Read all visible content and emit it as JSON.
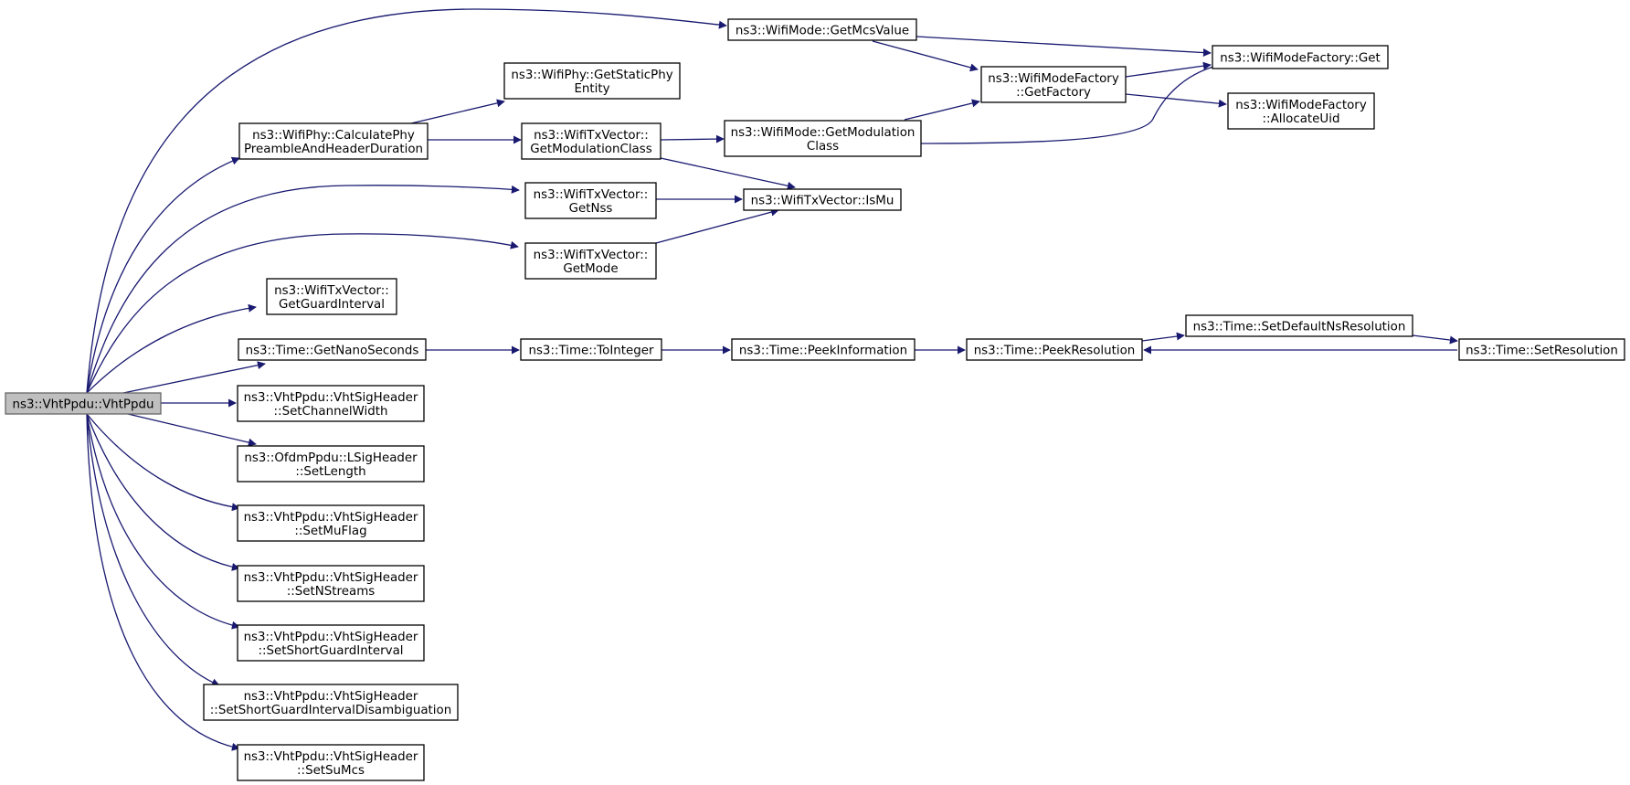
{
  "colors": {
    "edge": "#191970",
    "node_border": "#000000",
    "root_fill": "#bfbfbf",
    "root_border": "#666666",
    "background": "#ffffff"
  },
  "nodes": [
    {
      "id": "root",
      "lines": [
        "ns3::VhtPpdu::VhtPpdu"
      ]
    },
    {
      "id": "getmcsvalue",
      "lines": [
        "ns3::WifiMode::GetMcsValue"
      ]
    },
    {
      "id": "factoryget",
      "lines": [
        "ns3::WifiModeFactory::Get"
      ]
    },
    {
      "id": "getstaticphy",
      "lines": [
        "ns3::WifiPhy::GetStaticPhy",
        "Entity"
      ]
    },
    {
      "id": "getfactory",
      "lines": [
        "ns3::WifiModeFactory",
        "::GetFactory"
      ]
    },
    {
      "id": "allocateuid",
      "lines": [
        "ns3::WifiModeFactory",
        "::AllocateUid"
      ]
    },
    {
      "id": "calcphy",
      "lines": [
        "ns3::WifiPhy::CalculatePhy",
        "PreambleAndHeaderDuration"
      ]
    },
    {
      "id": "txgetmodclass",
      "lines": [
        "ns3::WifiTxVector::",
        "GetModulationClass"
      ]
    },
    {
      "id": "modegetmodclass",
      "lines": [
        "ns3::WifiMode::GetModulation",
        "Class"
      ]
    },
    {
      "id": "getnss",
      "lines": [
        "ns3::WifiTxVector::",
        "GetNss"
      ]
    },
    {
      "id": "ismu",
      "lines": [
        "ns3::WifiTxVector::IsMu"
      ]
    },
    {
      "id": "getmode",
      "lines": [
        "ns3::WifiTxVector::",
        "GetMode"
      ]
    },
    {
      "id": "getguard",
      "lines": [
        "ns3::WifiTxVector::",
        "GetGuardInterval"
      ]
    },
    {
      "id": "getnano",
      "lines": [
        "ns3::Time::GetNanoSeconds"
      ]
    },
    {
      "id": "tointeger",
      "lines": [
        "ns3::Time::ToInteger"
      ]
    },
    {
      "id": "peekinfo",
      "lines": [
        "ns3::Time::PeekInformation"
      ]
    },
    {
      "id": "peekres",
      "lines": [
        "ns3::Time::PeekResolution"
      ]
    },
    {
      "id": "setdefaultns",
      "lines": [
        "ns3::Time::SetDefaultNsResolution"
      ]
    },
    {
      "id": "setres",
      "lines": [
        "ns3::Time::SetResolution"
      ]
    },
    {
      "id": "setchw",
      "lines": [
        "ns3::VhtPpdu::VhtSigHeader",
        "::SetChannelWidth"
      ]
    },
    {
      "id": "setlength",
      "lines": [
        "ns3::OfdmPpdu::LSigHeader",
        "::SetLength"
      ]
    },
    {
      "id": "setmuflag",
      "lines": [
        "ns3::VhtPpdu::VhtSigHeader",
        "::SetMuFlag"
      ]
    },
    {
      "id": "setnstreams",
      "lines": [
        "ns3::VhtPpdu::VhtSigHeader",
        "::SetNStreams"
      ]
    },
    {
      "id": "setsgi",
      "lines": [
        "ns3::VhtPpdu::VhtSigHeader",
        "::SetShortGuardInterval"
      ]
    },
    {
      "id": "setsgidis",
      "lines": [
        "ns3::VhtPpdu::VhtSigHeader",
        "::SetShortGuardIntervalDisambiguation"
      ]
    },
    {
      "id": "setsumcs",
      "lines": [
        "ns3::VhtPpdu::VhtSigHeader",
        "::SetSuMcs"
      ]
    }
  ]
}
